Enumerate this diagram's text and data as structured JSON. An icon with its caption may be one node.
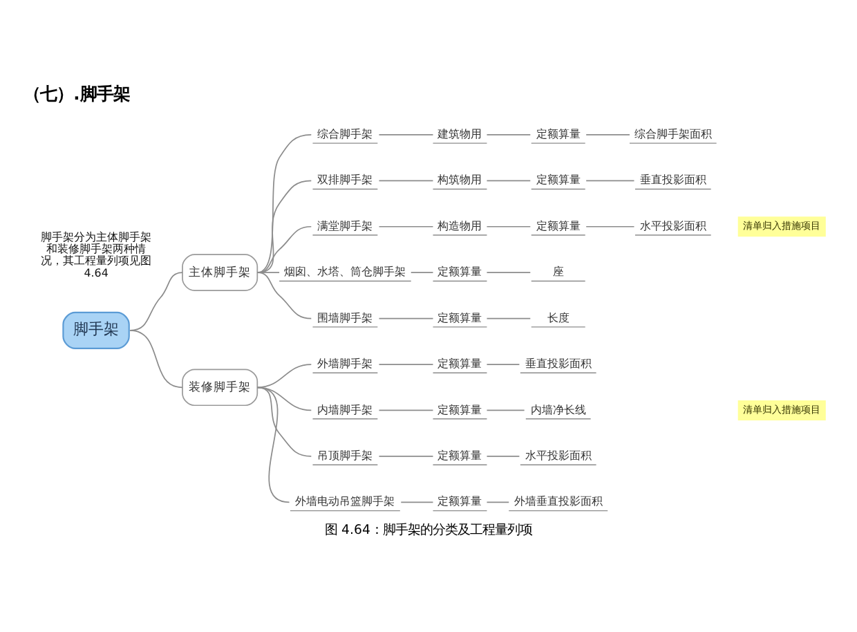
{
  "diagram": {
    "title": "（七）.脚手架",
    "caption": "图 4.64：脚手架的分类及工程量列项",
    "nodes": [
      {
        "text": [
          "脚手架"
        ]
      },
      {
        "text": [
          "主体脚手架"
        ]
      },
      {
        "text": [
          "综合脚手架"
        ]
      },
      {
        "text": [
          "建筑物用"
        ]
      },
      {
        "text": [
          "定额算量"
        ]
      },
      {
        "text": [
          "综合脚手架面积"
        ]
      },
      {
        "text": [
          "双排脚手架"
        ]
      },
      {
        "text": [
          "构筑物用"
        ]
      },
      {
        "text": [
          "定额算量"
        ]
      },
      {
        "text": [
          "垂直投影面积"
        ]
      },
      {
        "text": [
          "满堂脚手架"
        ]
      },
      {
        "text": [
          "构造物用"
        ]
      },
      {
        "text": [
          "定额算量"
        ]
      },
      {
        "text": [
          "水平投影面积"
        ]
      },
      {
        "text": [
          "烟囱、水塔、筒仓脚手架"
        ]
      },
      {
        "text": [
          "定额算量"
        ]
      },
      {
        "text": [
          "座"
        ]
      },
      {
        "text": [
          "围墙脚手架"
        ]
      },
      {
        "text": [
          "定额算量"
        ]
      },
      {
        "text": [
          "长度"
        ]
      },
      {
        "text": [
          "清单归入措施项目"
        ]
      },
      {
        "text": [
          "装修脚手架"
        ]
      },
      {
        "text": [
          "外墙脚手架"
        ]
      },
      {
        "text": [
          "定额算量"
        ]
      },
      {
        "text": [
          "垂直投影面积"
        ]
      },
      {
        "text": [
          "内墙脚手架"
        ]
      },
      {
        "text": [
          "定额算量"
        ]
      },
      {
        "text": [
          "内墙净长线"
        ]
      },
      {
        "text": [
          "吊顶脚手架"
        ]
      },
      {
        "text": [
          "定额算量"
        ]
      },
      {
        "text": [
          "水平投影面积"
        ]
      },
      {
        "text": [
          "外墙电动吊篮脚手架"
        ]
      },
      {
        "text": [
          "定额算量"
        ]
      },
      {
        "text": [
          "外墙垂直投影面积"
        ]
      },
      {
        "text": [
          "清单归入措施项目"
        ]
      }
    ],
    "edges": [
      {
        "from": 0,
        "to": 1,
        "arrow": "none"
      },
      {
        "from": 1,
        "to": 2,
        "arrow": "none"
      },
      {
        "from": 2,
        "to": 3,
        "arrow": "none"
      },
      {
        "from": 3,
        "to": 4,
        "arrow": "none"
      },
      {
        "from": 4,
        "to": 5,
        "arrow": "none"
      },
      {
        "from": 1,
        "to": 6,
        "arrow": "none"
      },
      {
        "from": 6,
        "to": 7,
        "arrow": "none"
      },
      {
        "from": 7,
        "to": 8,
        "arrow": "none"
      },
      {
        "from": 8,
        "to": 9,
        "arrow": "none"
      },
      {
        "from": 1,
        "to": 10,
        "arrow": "none"
      },
      {
        "from": 10,
        "to": 11,
        "arrow": "none"
      },
      {
        "from": 11,
        "to": 12,
        "arrow": "none"
      },
      {
        "from": 12,
        "to": 13,
        "arrow": "none"
      },
      {
        "from": 1,
        "to": 14,
        "arrow": "none"
      },
      {
        "from": 14,
        "to": 15,
        "arrow": "none"
      },
      {
        "from": 15,
        "to": 16,
        "arrow": "none"
      },
      {
        "from": 1,
        "to": 17,
        "arrow": "none"
      },
      {
        "from": 17,
        "to": 18,
        "arrow": "none"
      },
      {
        "from": 18,
        "to": 19,
        "arrow": "none"
      },
      {
        "from": 0,
        "to": 21,
        "arrow": "none"
      },
      {
        "from": 21,
        "to": 22,
        "arrow": "none"
      },
      {
        "from": 22,
        "to": 23,
        "arrow": "none"
      },
      {
        "from": 23,
        "to": 24,
        "arrow": "none"
      },
      {
        "from": 21,
        "to": 25,
        "arrow": "none"
      },
      {
        "from": 25,
        "to": 26,
        "arrow": "none"
      },
      {
        "from": 26,
        "to": 27,
        "arrow": "none"
      },
      {
        "from": 21,
        "to": 28,
        "arrow": "none"
      },
      {
        "from": 28,
        "to": 29,
        "arrow": "none"
      },
      {
        "from": 29,
        "to": 30,
        "arrow": "none"
      },
      {
        "from": 21,
        "to": 31,
        "arrow": "none"
      },
      {
        "from": 31,
        "to": 32,
        "arrow": "none"
      },
      {
        "from": 32,
        "to": 33,
        "arrow": "none"
      }
    ],
    "labels": [
      "脚手架分为主体脚手架和装修脚手架两种情况，其工程量列项见图 4.64"
    ]
  }
}
